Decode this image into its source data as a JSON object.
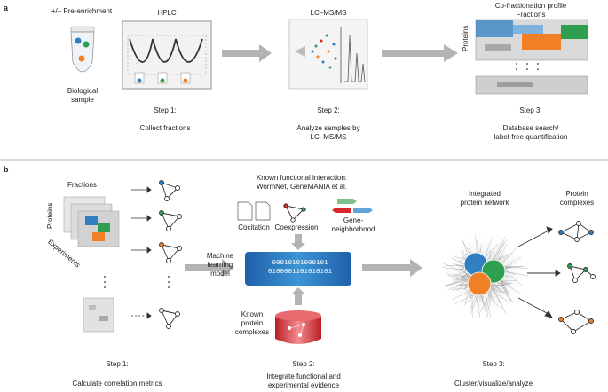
{
  "panel_a": {
    "label": "a",
    "pre_enrichment": "+/– Pre-enrichment",
    "sample": "Biological\nsample",
    "hplc": "HPLC",
    "lcms": "LC–MS/MS",
    "profile_title": "Co-fractionation profile",
    "fractions": "Fractions",
    "proteins": "Proteins",
    "step1_title": "Step 1:",
    "step1_desc": "Collect fractions",
    "step2_title": "Step 2:",
    "step2_desc": "Analyze samples by\nLC–MS/MS",
    "step3_title": "Step 3:",
    "step3_desc": "Database search/\nlabel-free quantification"
  },
  "panel_b": {
    "label": "b",
    "fractions": "Fractions",
    "proteins": "Proteins",
    "experiments": "Experiments",
    "known_interaction": "Known functional interaction:\nWormNet, GeneMANIA et al.",
    "cocitation": "Cocitation",
    "coexpression": "Coexpression",
    "gene_neighborhood": "Gene-\nneighborhood",
    "ml_model": "Machine\nlearning\nmodel",
    "binary": "00010101000101\n0100001101010101",
    "known_complexes": "Known\nprotein\ncomplexes",
    "integrated_network": "Integrated\nprotein network",
    "protein_complexes": "Protein\ncomplexes",
    "step1_title": "Step 1:",
    "step1_desc": "Calculate correlation metrics",
    "step2_title": "Step 2:",
    "step2_desc": "Integrate functional and\nexperimental evidence",
    "step3_title": "Step 3:",
    "step3_desc": "Cluster/visualize/analyze"
  },
  "colors": {
    "blue": "#2f7fc1",
    "green": "#2e9e4f",
    "orange": "#f07f25",
    "red": "#d8262b",
    "grey_arrow": "#b3b3b3",
    "model_blue": "#2f86c8"
  }
}
